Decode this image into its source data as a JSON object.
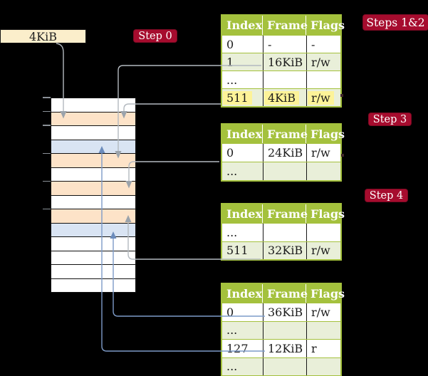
{
  "diagram_title": "two-level page table walk over physical memory",
  "memory": {
    "frame_size_label": "4KiB",
    "row_fills": [
      "white",
      "peach",
      "white",
      "blue",
      "peach",
      "white",
      "peach",
      "white",
      "peach",
      "blue",
      "white",
      "white",
      "white",
      "white"
    ]
  },
  "badges": {
    "step0": {
      "label": "Step 0"
    },
    "steps12": {
      "label": "Steps 1&2"
    },
    "step3": {
      "label": "Step 3"
    },
    "step4": {
      "label": "Step 4"
    }
  },
  "tables": [
    {
      "headers": [
        "Index",
        "Frame",
        "Flags"
      ],
      "rows": [
        {
          "cells": [
            "0",
            "-",
            "-"
          ]
        },
        {
          "cells": [
            "1",
            "16KiB",
            "r/w"
          ]
        },
        {
          "cells": [
            "...",
            "",
            ""
          ]
        },
        {
          "cells": [
            "511",
            "4KiB",
            "r/w"
          ],
          "highlighted": true
        }
      ]
    },
    {
      "headers": [
        "Index",
        "Frame",
        "Flags"
      ],
      "rows": [
        {
          "cells": [
            "0",
            "24KiB",
            "r/w"
          ]
        },
        {
          "cells": [
            "...",
            "",
            ""
          ]
        }
      ]
    },
    {
      "headers": [
        "Index",
        "Frame",
        "Flags"
      ],
      "rows": [
        {
          "cells": [
            "...",
            "",
            ""
          ]
        },
        {
          "cells": [
            "511",
            "32KiB",
            "r/w"
          ]
        }
      ]
    },
    {
      "headers": [
        "Index",
        "Frame",
        "Flags"
      ],
      "rows": [
        {
          "cells": [
            "0",
            "36KiB",
            "r/w"
          ]
        },
        {
          "cells": [
            "...",
            "",
            ""
          ]
        },
        {
          "cells": [
            "127",
            "12KiB",
            "r"
          ]
        },
        {
          "cells": [
            "...",
            "",
            ""
          ]
        }
      ]
    }
  ],
  "arrows": [
    {
      "from": "4KiB-label",
      "to": "memory-frame-4KiB",
      "color": "gray"
    },
    {
      "from": "table1-entry-1-16KiB",
      "to": "memory-frame-16KiB",
      "color": "gray"
    },
    {
      "from": "table1-entry-511-4KiB",
      "to": "memory-frame-4KiB",
      "color": "gray"
    },
    {
      "from": "table2-entry-0-24KiB",
      "to": "memory-frame-24KiB",
      "color": "gray"
    },
    {
      "from": "table3-entry-511-32KiB",
      "to": "memory-frame-32KiB",
      "color": "gray"
    },
    {
      "from": "table4-entry-0-36KiB",
      "to": "memory-frame-36KiB",
      "color": "blue"
    },
    {
      "from": "table4-entry-127-12KiB",
      "to": "memory-frame-12KiB",
      "color": "blue"
    }
  ],
  "colors": {
    "background": "#000000",
    "badge_red": "#a60c2e",
    "table_header_green": "#a4c13d",
    "table_row_green": "#e9efd9",
    "highlight_yellow": "#fdf398",
    "frame_peach": "#fde3c8",
    "frame_blue": "#d9e4f3",
    "label_cream": "#fbeecb",
    "arrow_gray": "#b3b9bf",
    "arrow_blue": "#7d9bc8"
  }
}
